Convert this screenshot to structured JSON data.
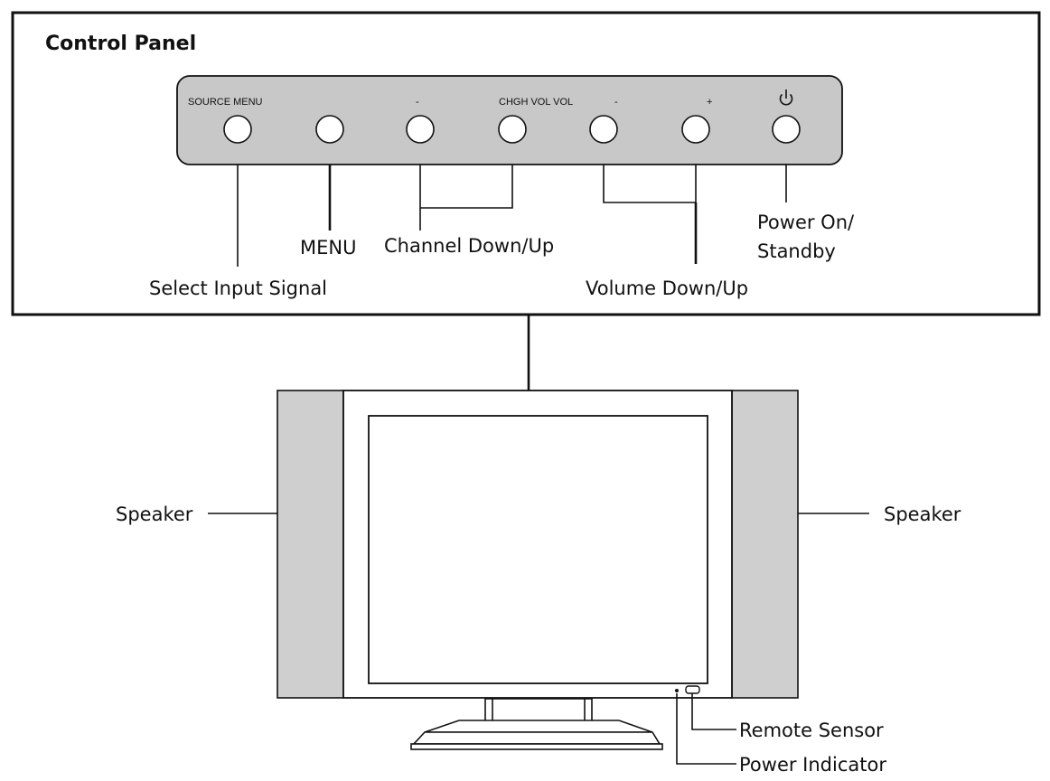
{
  "control_panel": {
    "title": "Control Panel",
    "panel_labels": {
      "source_menu": "SOURCE MENU",
      "minus_1": "-",
      "ch_vol": "CHGH VOL VOL",
      "minus_2": "-",
      "plus": "+"
    },
    "callouts": {
      "select_input": "Select Input Signal",
      "menu": "MENU",
      "channel": "Channel Down/Up",
      "volume": "Volume Down/Up",
      "power_line1": "Power On/",
      "power_line2": "Standby"
    },
    "power_symbol": "power-icon"
  },
  "monitor": {
    "speaker_left": "Speaker",
    "speaker_right": "Speaker",
    "remote_sensor": "Remote Sensor",
    "power_indicator": "Power Indicator"
  },
  "colors": {
    "panel_fill": "#c8c8c8",
    "speaker_fill": "#cfcfcf",
    "outline": "#111111"
  }
}
